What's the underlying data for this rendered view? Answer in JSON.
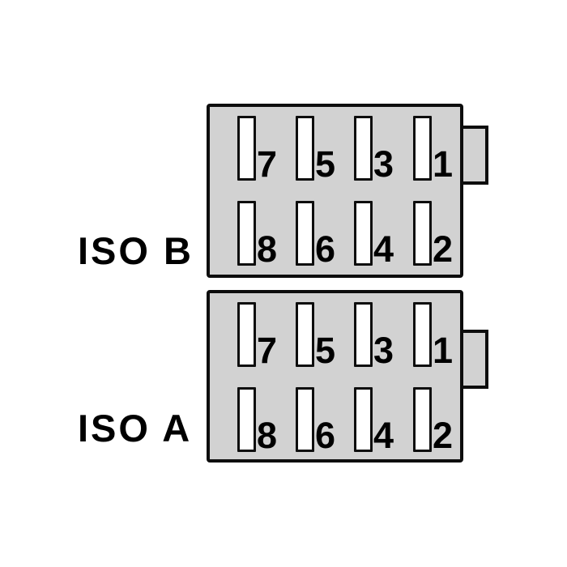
{
  "colors": {
    "background": "#ffffff",
    "connector_fill": "#d2d2d2",
    "outline": "#0d0d0d",
    "pin_slot_fill": "#ffffff",
    "text": "#000000"
  },
  "connectors": [
    {
      "id": "iso-b",
      "label": "ISO B",
      "pin_rows": [
        [
          "7",
          "5",
          "3",
          "1"
        ],
        [
          "8",
          "6",
          "4",
          "2"
        ]
      ]
    },
    {
      "id": "iso-a",
      "label": "ISO A",
      "pin_rows": [
        [
          "7",
          "5",
          "3",
          "1"
        ],
        [
          "8",
          "6",
          "4",
          "2"
        ]
      ]
    }
  ]
}
